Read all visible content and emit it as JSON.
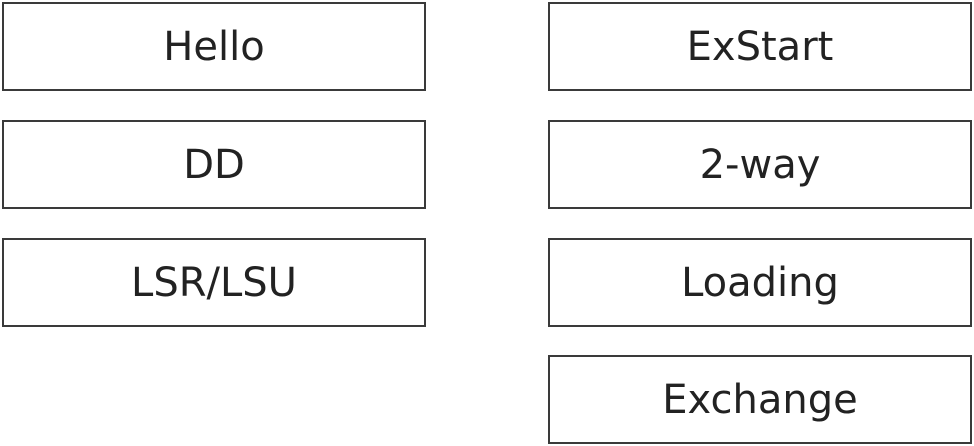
{
  "left_column": {
    "items": [
      {
        "label": "Hello"
      },
      {
        "label": "DD"
      },
      {
        "label": "LSR/LSU"
      }
    ]
  },
  "right_column": {
    "items": [
      {
        "label": "ExStart"
      },
      {
        "label": "2-way"
      },
      {
        "label": "Loading"
      },
      {
        "label": "Exchange"
      }
    ]
  }
}
